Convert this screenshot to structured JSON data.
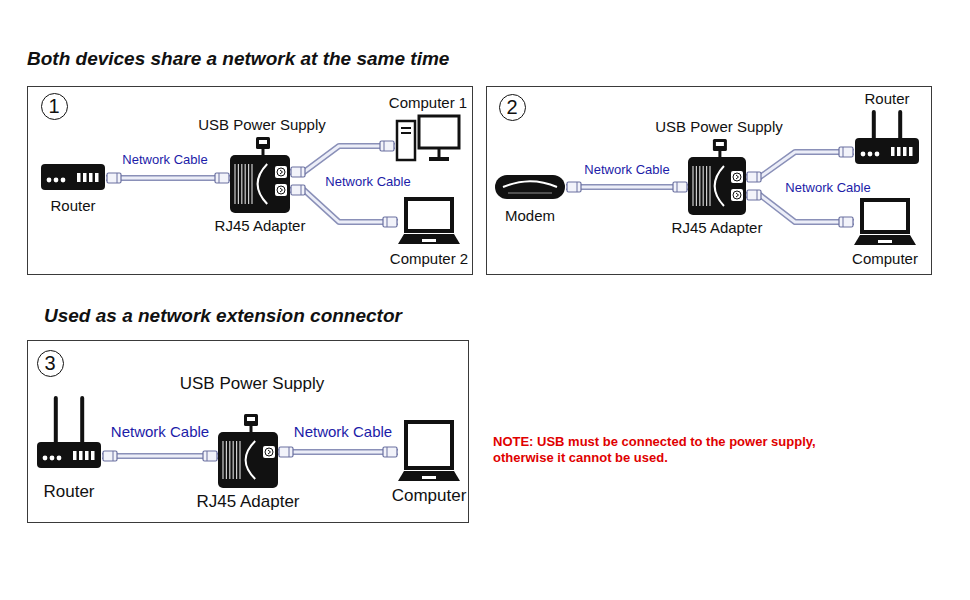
{
  "diagram": {
    "nodes": [
      {
        "text": [
          "1"
        ]
      },
      {
        "text": [
          "Router"
        ],
        "in": 0
      },
      {
        "text": [
          "RJ45 Adapter"
        ],
        "in": 0
      },
      {
        "text": [
          "Computer 1"
        ],
        "in": 0
      },
      {
        "text": [
          "Computer 2"
        ],
        "in": 0
      },
      {
        "text": [
          "2"
        ]
      },
      {
        "text": [
          "Modem"
        ],
        "in": 5
      },
      {
        "text": [
          "RJ45 Adapter"
        ],
        "in": 5
      },
      {
        "text": [
          "Router"
        ],
        "in": 5
      },
      {
        "text": [
          "Computer"
        ],
        "in": 5
      },
      {
        "text": [
          "3"
        ]
      },
      {
        "text": [
          "Router"
        ],
        "in": 10
      },
      {
        "text": [
          "RJ45 Adapter"
        ],
        "in": 10
      },
      {
        "text": [
          "Computer"
        ],
        "in": 10
      }
    ],
    "edges": [
      {
        "from": 1,
        "to": 2,
        "label": "Network Cable",
        "arrow": "none"
      },
      {
        "from": 2,
        "to": 3,
        "arrow": "none"
      },
      {
        "from": 2,
        "to": 4,
        "label": "Network Cable",
        "arrow": "none"
      },
      {
        "from": 6,
        "to": 7,
        "label": "Network Cable",
        "arrow": "none"
      },
      {
        "from": 7,
        "to": 8,
        "arrow": "none"
      },
      {
        "from": 7,
        "to": 9,
        "label": "Network Cable",
        "arrow": "none"
      },
      {
        "from": 11,
        "to": 12,
        "label": "Network Cable",
        "arrow": "none"
      },
      {
        "from": 12,
        "to": 13,
        "label": "Network Cable",
        "arrow": "none"
      }
    ],
    "labels": [
      "Both devices share a network at the same time",
      "USB Power Supply",
      "USB Power Supply",
      "Used as a network extension connector",
      "USB Power Supply",
      "NOTE: USB must be connected to the power supply, otherwise it cannot be used."
    ]
  }
}
